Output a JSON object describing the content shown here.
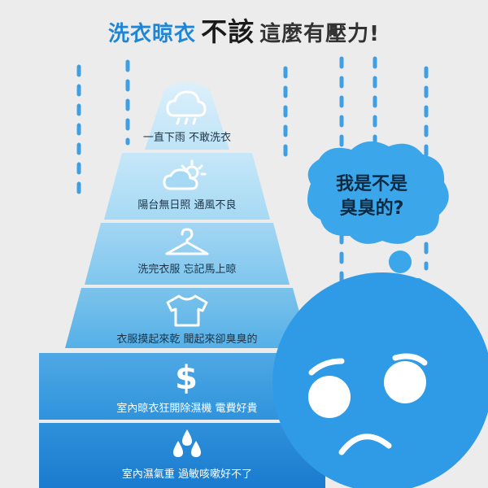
{
  "title": {
    "part1": "洗衣晾衣",
    "part2": "不該",
    "part3": "這麼有壓力!"
  },
  "tiers": [
    {
      "label": "一直下雨 不敢洗衣",
      "icon": "rain-cloud-icon"
    },
    {
      "label": "陽台無日照 通風不良",
      "icon": "sun-cloud-icon"
    },
    {
      "label": "洗完衣服 忘記馬上晾",
      "icon": "hanger-icon"
    },
    {
      "label": "衣服摸起來乾 聞起來卻臭臭的",
      "icon": "tshirt-icon"
    },
    {
      "label": "室內晾衣狂開除濕機 電費好貴",
      "icon": "dollar-icon"
    },
    {
      "label": "室內濕氣重 過敏咳嗽好不了",
      "icon": "water-drops-icon"
    }
  ],
  "bubble": {
    "line1": "我是不是",
    "line2": "臭臭的?"
  },
  "colors": {
    "accent": "#1f86d6",
    "face": "#2f9be6",
    "bubble": "#3ba6ea"
  }
}
